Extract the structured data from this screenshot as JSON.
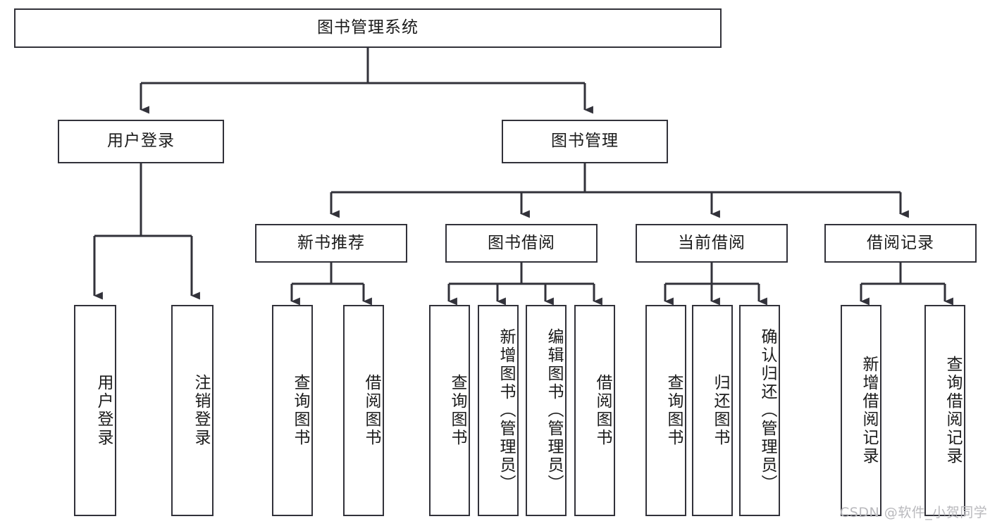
{
  "diagram": {
    "title": "图书管理系统",
    "type": "tree-hierarchy",
    "levels": {
      "root": {
        "label": "图书管理系统"
      },
      "level2": [
        {
          "id": "user-login",
          "label": "用户登录"
        },
        {
          "id": "book-management",
          "label": "图书管理"
        }
      ],
      "level3": [
        {
          "id": "new-book-recommend",
          "label": "新书推荐",
          "parent": "book-management"
        },
        {
          "id": "book-borrow",
          "label": "图书借阅",
          "parent": "book-management"
        },
        {
          "id": "current-borrow",
          "label": "当前借阅",
          "parent": "book-management"
        },
        {
          "id": "borrow-record",
          "label": "借阅记录",
          "parent": "book-management"
        }
      ],
      "leaves": [
        {
          "id": "leaf-user-login",
          "label": "用户登录",
          "parent": "user-login"
        },
        {
          "id": "leaf-logout-login",
          "label": "注销登录",
          "parent": "user-login"
        },
        {
          "id": "leaf-query-book-1",
          "label": "查询图书",
          "parent": "new-book-recommend"
        },
        {
          "id": "leaf-borrow-book-1",
          "label": "借阅图书",
          "parent": "new-book-recommend"
        },
        {
          "id": "leaf-query-book-2",
          "label": "查询图书",
          "parent": "book-borrow"
        },
        {
          "id": "leaf-add-book",
          "label": "新增图书（管理员）",
          "parent": "book-borrow"
        },
        {
          "id": "leaf-edit-book",
          "label": "编辑图书（管理员）",
          "parent": "book-borrow"
        },
        {
          "id": "leaf-borrow-book-2",
          "label": "借阅图书",
          "parent": "book-borrow"
        },
        {
          "id": "leaf-query-book-3",
          "label": "查询图书",
          "parent": "current-borrow"
        },
        {
          "id": "leaf-return-book",
          "label": "归还图书",
          "parent": "current-borrow"
        },
        {
          "id": "leaf-confirm-return",
          "label": "确认归还（管理员）",
          "parent": "current-borrow"
        },
        {
          "id": "leaf-add-record",
          "label": "新增借阅记录",
          "parent": "borrow-record"
        },
        {
          "id": "leaf-query-record",
          "label": "查询借阅记录",
          "parent": "borrow-record"
        }
      ]
    },
    "colors": {
      "box_border": "#32323a",
      "box_fill": "#ffffff",
      "line": "#32323a",
      "text": "#1b1b1b",
      "watermark": "#b9b9bd"
    }
  },
  "watermark": {
    "text": "CSDN @软件_小贺同学"
  }
}
